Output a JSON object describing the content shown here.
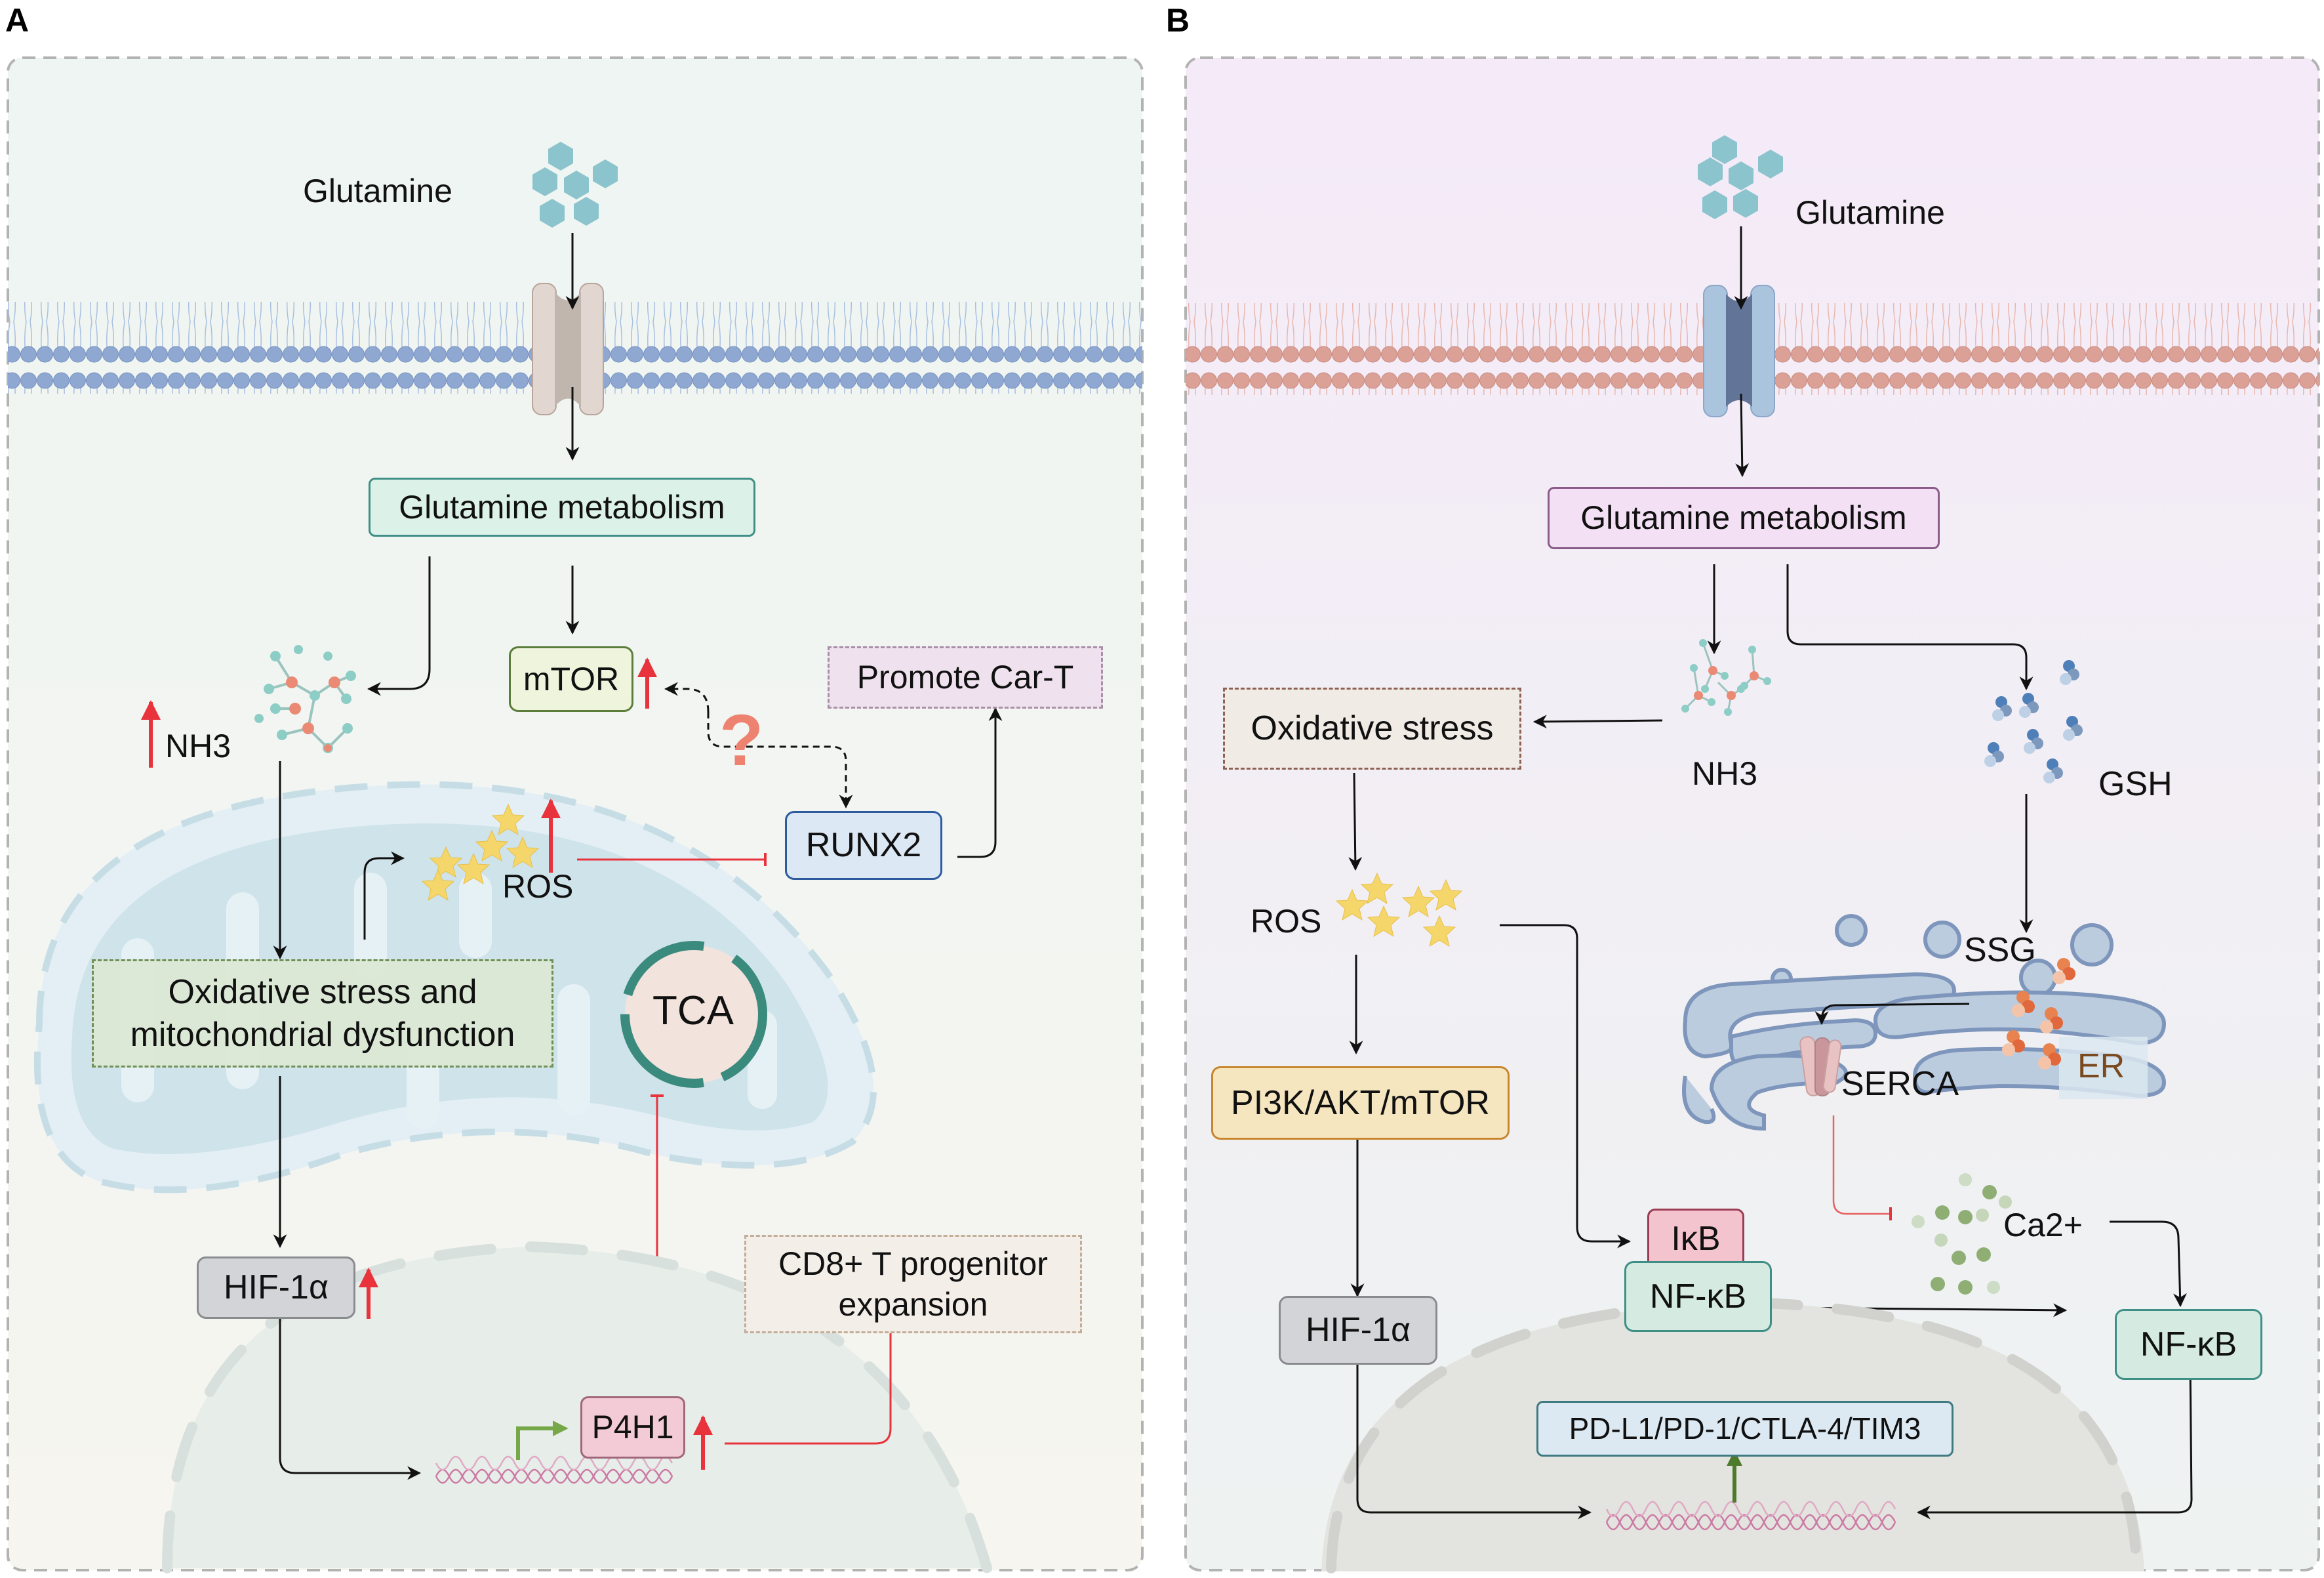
{
  "panels": {
    "A": {
      "letter": "A",
      "glutamine_label": "Glutamine",
      "glutamine_metabolism": "Glutamine metabolism",
      "mtor": "mTOR",
      "promote_cart": "Promote Car-T",
      "question_mark": "?",
      "nh3": "NH3",
      "ros": "ROS",
      "runx2": "RUNX2",
      "oxidative_stress_line1": "Oxidative stress and",
      "oxidative_stress_line2": "mitochondrial dysfunction",
      "tca": "TCA",
      "hif1a": "HIF-1α",
      "cd8_line1": "CD8+ T progenitor",
      "cd8_line2": "expansion",
      "p4h1": "P4H1"
    },
    "B": {
      "letter": "B",
      "glutamine_label": "Glutamine",
      "glutamine_metabolism": "Glutamine metabolism",
      "oxidative_stress": "Oxidative stress",
      "nh3": "NH3",
      "gsh": "GSH",
      "ros": "ROS",
      "ssg": "SSG",
      "er": "ER",
      "serca": "SERCA",
      "pi3k": "PI3K/AKT/mTOR",
      "ikb": "IκB",
      "nfkb_complex": "NF-κB",
      "ca2": "Ca2+",
      "nfkb_right": "NF-κB",
      "hif1a": "HIF-1α",
      "checkpoints": "PD-L1/PD-1/CTLA-4/TIM3"
    }
  },
  "colors": {
    "upregulation_arrow": "#e8323c",
    "inhibition_line": "#e8323c",
    "activation_arrow": "#111111",
    "green_arrow": "#76a84a",
    "membrane_A": "#8fa8d2",
    "membrane_B": "#dba196",
    "panel_A_bg": "#f1f6f3",
    "panel_B_bg": "#f5ecf8"
  }
}
